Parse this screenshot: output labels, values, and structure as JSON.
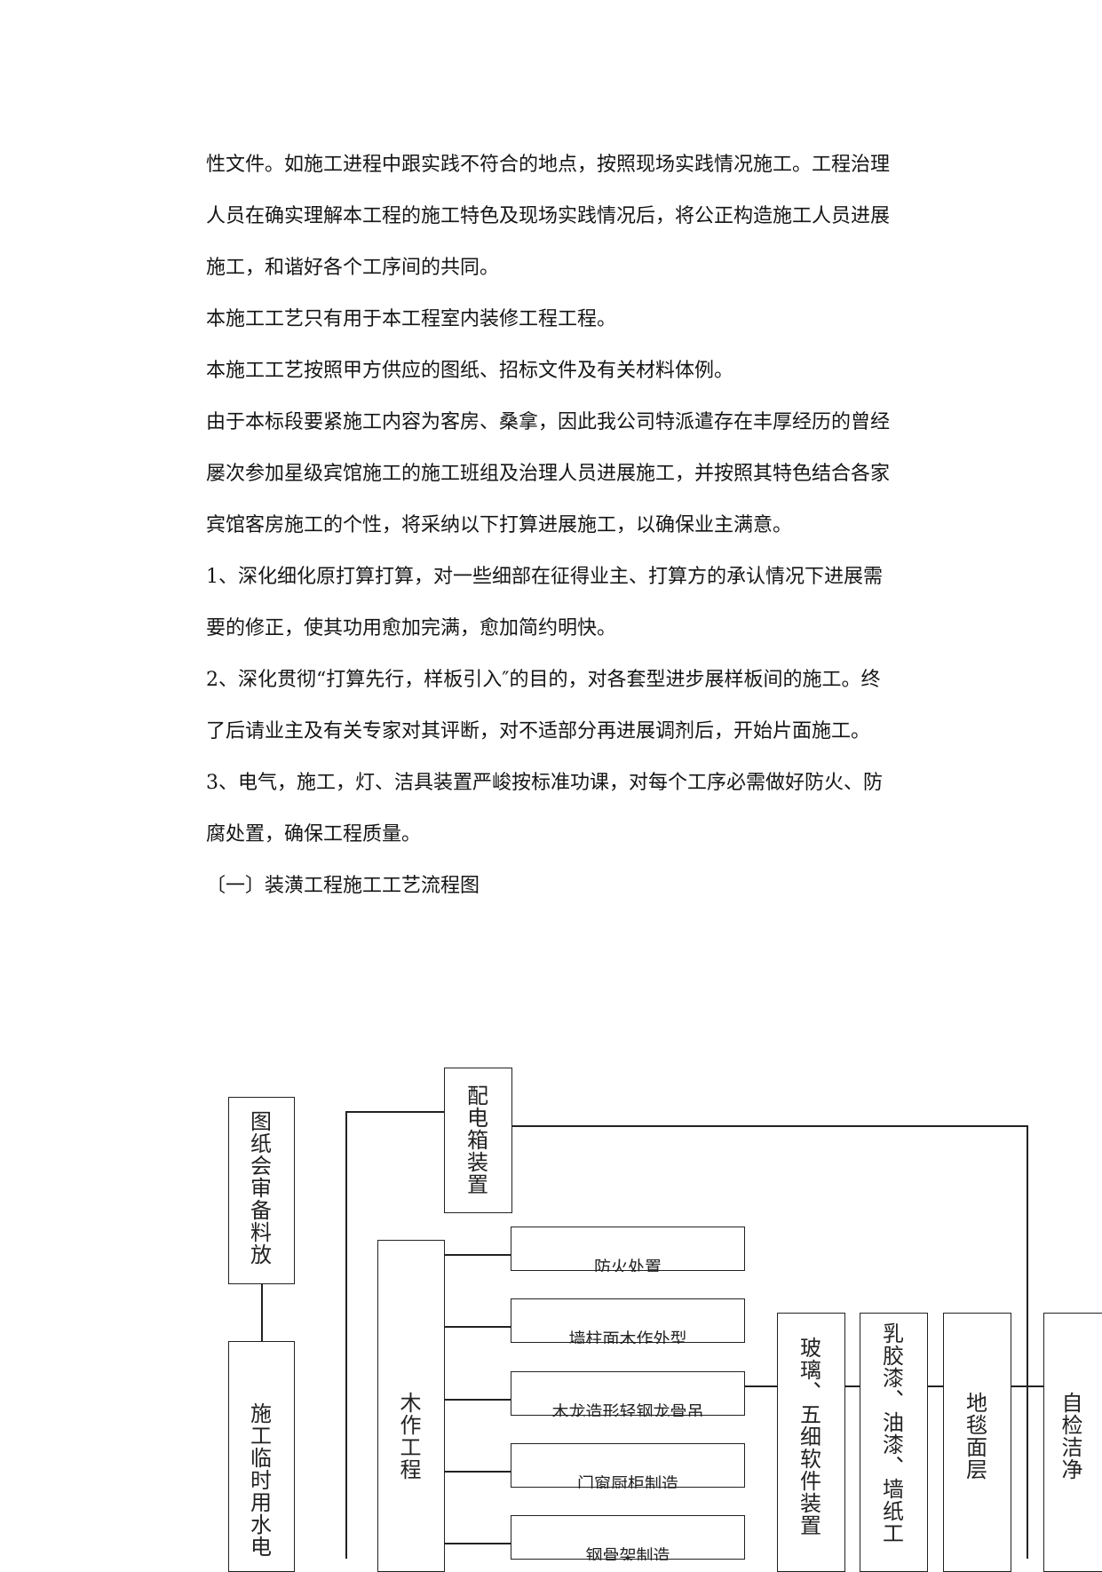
{
  "text": {
    "paragraphs": [
      [
        "性文件。如施工进程中跟实践不符合的地点，按照现场实践情况施工。工程治理",
        "人员在确实理解本工程的施工特色及现场实践情况后，将公正构造施工人员进展",
        "施工，和谐好各个工序间的共同。"
      ],
      [
        "本施工工艺只有用于本工程室内装修工程工程。"
      ],
      [
        "本施工工艺按照甲方供应的图纸、招标文件及有关材料体例。"
      ],
      [
        "由于本标段要紧施工内容为客房、桑拿，因此我公司特派遣存在丰厚经历的曾经",
        "屡次参加星级宾馆施工的施工班组及治理人员进展施工，并按照其特色结合各家",
        "宾馆客房施工的个性，将采纳以下打算进展施工，以确保业主满意。"
      ],
      [
        "1、深化细化原打算打算，对一些细部在征得业主、打算方的承认情况下进展需",
        "要的修正，使其功用愈加完满，愈加简约明快。"
      ],
      [
        "2、深化贯彻“打算先行，样板引入″的目的，对各套型进步展样板间的施工。终",
        "了后请业主及有关专家对其评断，对不适部分再进展调剂后，开始片面施工。"
      ],
      [
        "3、电气，施工，灯、洁具装置严峻按标准功课，对每个工序必需做好防火、防",
        "腐处置，确保工程质量。"
      ],
      [
        "〔一〕装潢工程施工工艺流程图"
      ]
    ]
  },
  "flowchart": {
    "drawings_review": "图纸会审备料放",
    "temp_utilities": "施工临时用水电",
    "distribution_box": "配电箱装置",
    "woodwork": "木作工程",
    "wood_subitems": [
      "防火处置",
      "墙柱面木作外型",
      "木龙造形轻钢龙骨吊",
      "门窗厨柜制造",
      "钢骨架制造"
    ],
    "glass_install": "玻璃、五细软件装置",
    "paint_wallpaper": "乳胶漆、油漆、墙纸工",
    "carpet": "地毯面层",
    "self_check": "自检洁净"
  }
}
